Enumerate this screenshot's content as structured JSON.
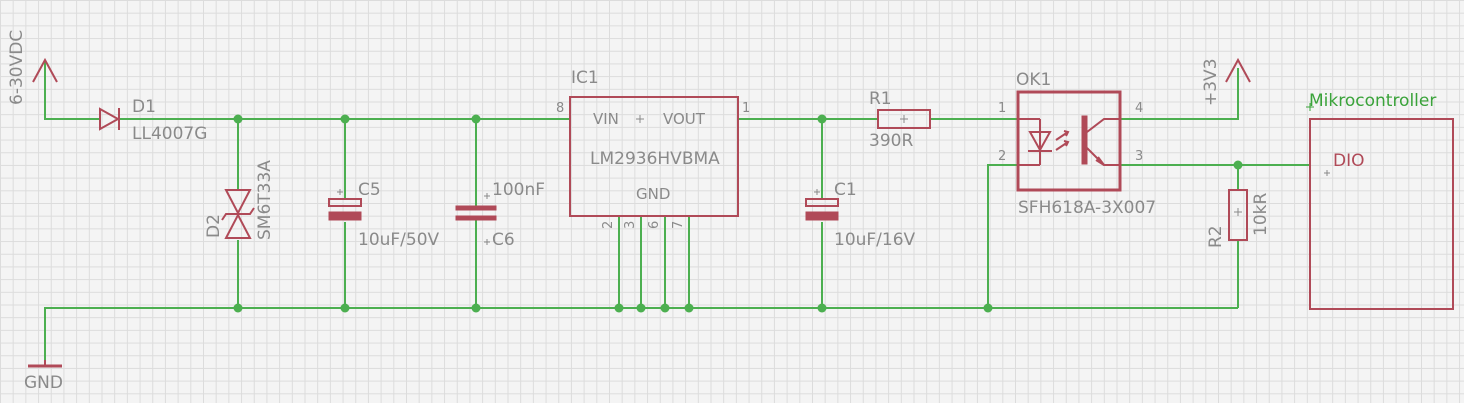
{
  "net_labels": {
    "vin": "6-30VDC",
    "gnd": "GND",
    "v33": "+3V3"
  },
  "d1": {
    "name": "D1",
    "value": "LL4007G"
  },
  "d2": {
    "name": "D2",
    "value": "SM6T33A"
  },
  "c5": {
    "name": "C5",
    "value": "10uF/50V"
  },
  "c6": {
    "name": "C6",
    "value": "100nF"
  },
  "ic1": {
    "name": "IC1",
    "value": "LM2936HVBMA",
    "vin": "VIN",
    "vout": "VOUT",
    "gnd": "GND",
    "pins": {
      "p8": "8",
      "p1": "1",
      "p2": "2",
      "p3": "3",
      "p6": "6",
      "p7": "7"
    }
  },
  "c1": {
    "name": "C1",
    "value": "10uF/16V"
  },
  "r1": {
    "name": "R1",
    "value": "390R"
  },
  "ok1": {
    "name": "OK1",
    "value": "SFH618A-3X007",
    "pins": {
      "p1": "1",
      "p2": "2",
      "p3": "3",
      "p4": "4"
    }
  },
  "r2": {
    "name": "R2",
    "value": "10kR"
  },
  "mcu": {
    "title": "Mikrocontroller",
    "pin": "DIO"
  },
  "colors": {
    "wire": "#4caf50",
    "part": "#b04a58",
    "text": "#8a8a8a",
    "grid": "#dcdcdc"
  }
}
